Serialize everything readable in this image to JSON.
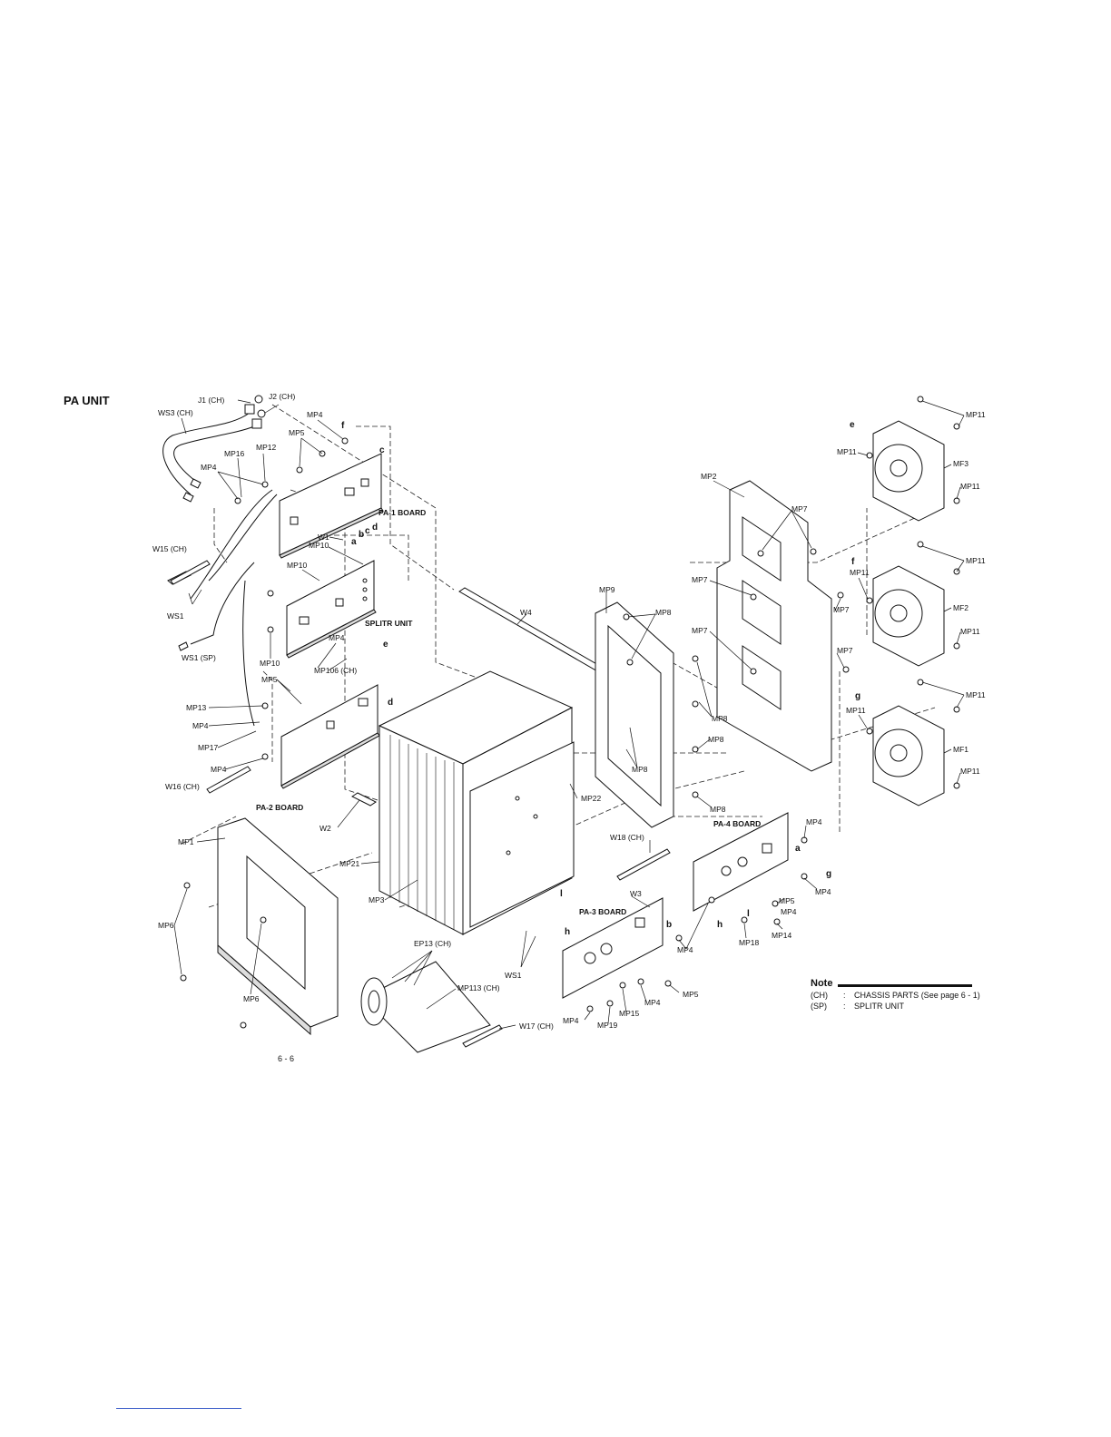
{
  "section_title": "PA UNIT",
  "page_number": "6 - 6",
  "note": {
    "title": "Note",
    "entries": [
      {
        "code": "(CH)",
        "sep": ":",
        "text": "CHASSIS PARTS (See page 6 - 1)"
      },
      {
        "code": "(SP)",
        "sep": ":",
        "text": "SPLITR UNIT"
      }
    ]
  },
  "labels": {
    "j1": "J1 (CH)",
    "j2": "J2 (CH)",
    "ws3": "WS3 (CH)",
    "mp4_a": "MP4",
    "mp5_a": "MP5",
    "mp12": "MP12",
    "mp16": "MP16",
    "mp4_b": "MP4",
    "pa1": "PA-1 BOARD",
    "w1": "W1",
    "mp10_a": "MP10",
    "mp10_b": "MP10",
    "w15": "W15 (CH)",
    "ws1_a": "WS1",
    "splitr": "SPLITR UNIT",
    "ws1sp": "WS1 (SP)",
    "mp10_c": "MP10",
    "mp4_c": "MP4",
    "mp106": "MP106 (CH)",
    "mp5_b": "MP5",
    "mp13": "MP13",
    "mp4_d": "MP4",
    "mp17": "MP17",
    "mp4_e": "MP4",
    "w16": "W16 (CH)",
    "pa2": "PA-2 BOARD",
    "w2": "W2",
    "mp1": "MP1",
    "mp21": "MP21",
    "mp3": "MP3",
    "mp6_a": "MP6",
    "mp6_b": "MP6",
    "ep13": "EP13 (CH)",
    "mp113": "MP113 (CH)",
    "w17": "W17 (CH)",
    "ws1_b": "WS1",
    "mp22": "MP22",
    "w4": "W4",
    "mp9": "MP9",
    "mp8_a": "MP8",
    "mp8_b": "MP8",
    "mp8_c": "MP8",
    "mp8_d": "MP8",
    "mp8_e": "MP8",
    "mp2": "MP2",
    "mp7_a": "MP7",
    "mp7_b": "MP7",
    "mp7_c": "MP7",
    "mp7_d": "MP7",
    "mp7_e": "MP7",
    "mp11_a": "MP11",
    "mp11_b": "MP11",
    "mp11_c": "MP11",
    "mp11_d": "MP11",
    "mp11_e": "MP11",
    "mp11_f": "MP11",
    "mp11_g": "MP11",
    "mp11_h": "MP11",
    "mp11_i": "MP11",
    "mf3": "MF3",
    "mf2": "MF2",
    "mf1": "MF1",
    "w18": "W18 (CH)",
    "pa4": "PA-4 BOARD",
    "mp4_f": "MP4",
    "mp4_g": "MP4",
    "mp5_c": "MP5",
    "mp4_h": "MP4",
    "mp14": "MP14",
    "mp18": "MP18",
    "w3": "W3",
    "pa3": "PA-3 BOARD",
    "mp4_i": "MP4",
    "mp5_d": "MP5",
    "mp4_j": "MP4",
    "mp15": "MP15",
    "mp4_k": "MP4",
    "mp19": "MP19"
  },
  "letters": {
    "f1": "f",
    "c1": "c",
    "a1": "a",
    "b1": "b",
    "c2": "c",
    "d1": "d",
    "e1": "e",
    "d2": "d",
    "e2": "e",
    "f2": "f",
    "g1": "g",
    "a2": "a",
    "g2": "g",
    "l1": "l",
    "h1": "h",
    "b2": "b",
    "h2": "h",
    "l2": "l"
  }
}
